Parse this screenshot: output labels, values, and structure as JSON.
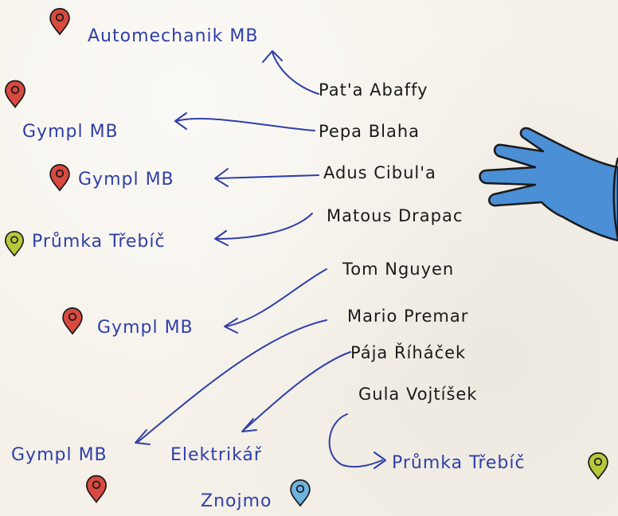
{
  "people": [
    "Pat'a Abaffy",
    "Pepa Blaha",
    "Adus Cibul'a",
    "Matous Drapac",
    "Tom Nguyen",
    "Mario Premar",
    "Pája Říháček",
    "Gula Vojtíšek"
  ],
  "destinations": [
    "Automechanik MB",
    "Gympl MB",
    "Gympl MB",
    "Průmka Třebíč",
    "Gympl MB",
    "Gympl MB",
    "Elektrikář",
    "Znojmo",
    "Průmka Třebíč"
  ],
  "pin_colors": {
    "red": "#d84a3f",
    "lime": "#b7c93a",
    "blue": "#6fb2dd"
  },
  "icons": [
    "map-pin-icon",
    "pointing-hand-icon"
  ]
}
